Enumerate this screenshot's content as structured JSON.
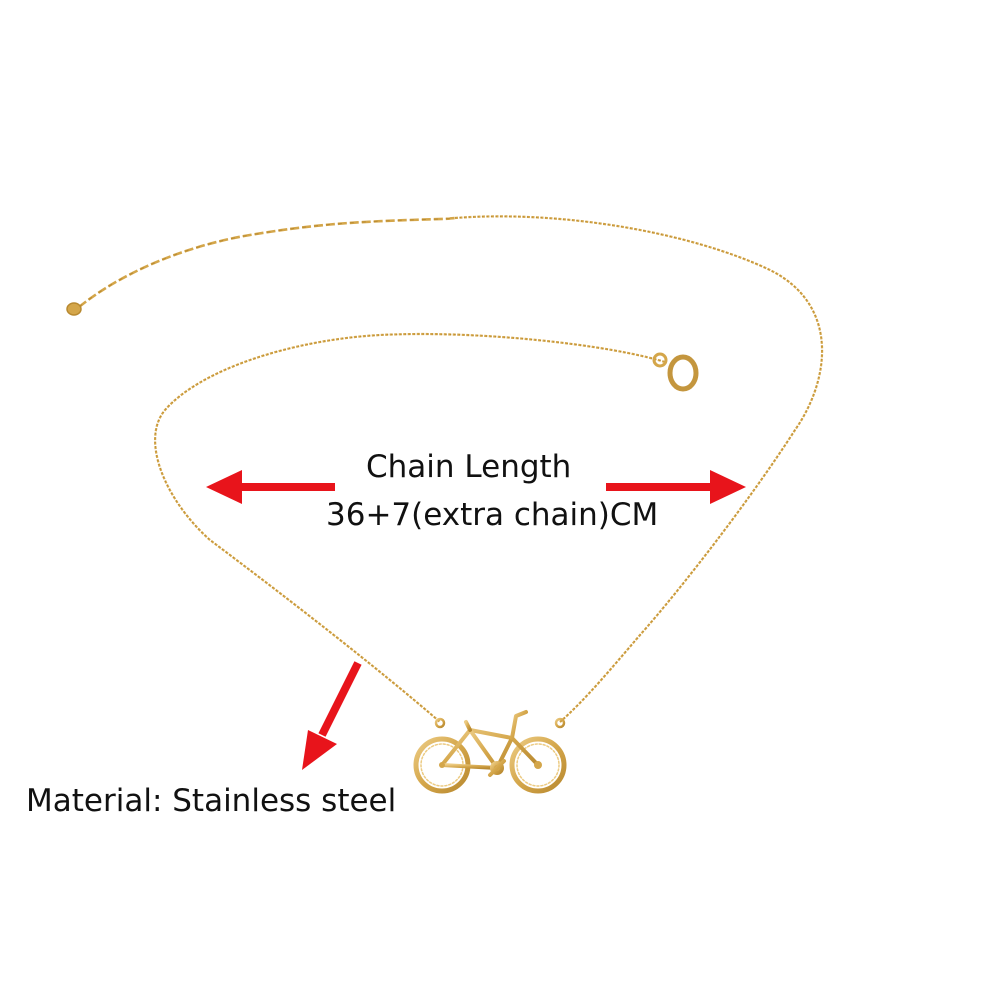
{
  "annotations": {
    "chain_length_title": "Chain Length",
    "chain_length_value": "36+7(extra chain)CM",
    "material": "Material: Stainless steel"
  },
  "colors": {
    "background": "#ffffff",
    "arrow": "#e8141b",
    "gold": "#d4a64a",
    "gold_dark": "#b88930",
    "gold_light": "#eccb83",
    "text": "#111111"
  }
}
